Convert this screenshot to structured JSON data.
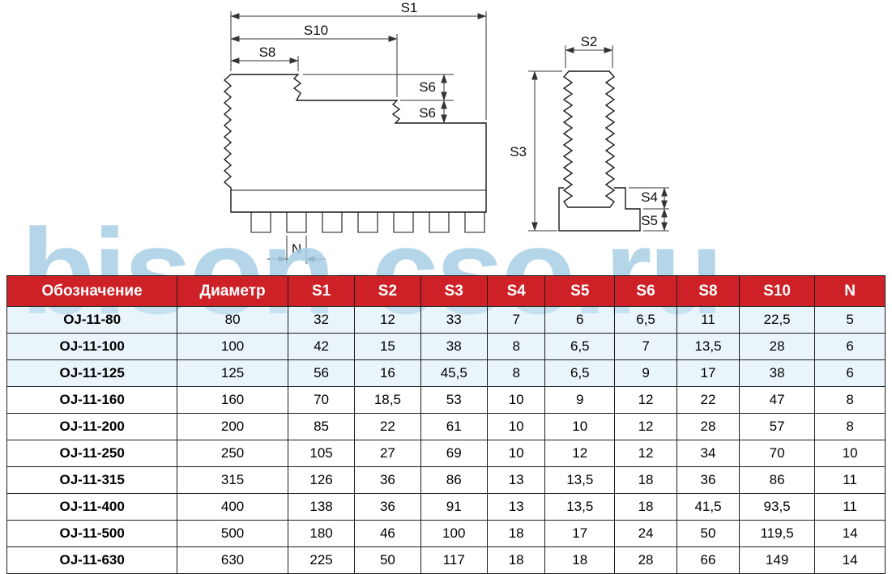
{
  "watermark": {
    "text": "bison-cso.ru",
    "color": "#a9cfe6"
  },
  "drawing": {
    "labels": {
      "s1": "S1",
      "s10": "S10",
      "s8": "S8",
      "s6_upper": "S6",
      "s6_lower": "S6",
      "n": "N",
      "s2": "S2",
      "s3": "S3",
      "s4": "S4",
      "s5": "S5"
    }
  },
  "table": {
    "header_bg": "#ce2127",
    "headers": [
      "Обозначение",
      "Диаметр",
      "S1",
      "S2",
      "S3",
      "S4",
      "S5",
      "S6",
      "S8",
      "S10",
      "N"
    ],
    "rows": [
      [
        "OJ-11-80",
        "80",
        "32",
        "12",
        "33",
        "7",
        "6",
        "6,5",
        "11",
        "22,5",
        "5"
      ],
      [
        "OJ-11-100",
        "100",
        "42",
        "15",
        "38",
        "8",
        "6,5",
        "7",
        "13,5",
        "28",
        "6"
      ],
      [
        "OJ-11-125",
        "125",
        "56",
        "16",
        "45,5",
        "8",
        "6,5",
        "9",
        "17",
        "38",
        "6"
      ],
      [
        "OJ-11-160",
        "160",
        "70",
        "18,5",
        "53",
        "10",
        "9",
        "12",
        "22",
        "47",
        "8"
      ],
      [
        "OJ-11-200",
        "200",
        "85",
        "22",
        "61",
        "10",
        "10",
        "12",
        "28",
        "57",
        "8"
      ],
      [
        "OJ-11-250",
        "250",
        "105",
        "27",
        "69",
        "10",
        "12",
        "12",
        "34",
        "70",
        "10"
      ],
      [
        "OJ-11-315",
        "315",
        "126",
        "36",
        "86",
        "13",
        "13,5",
        "18",
        "36",
        "86",
        "11"
      ],
      [
        "OJ-11-400",
        "400",
        "138",
        "36",
        "91",
        "13",
        "13,5",
        "18",
        "41,5",
        "93,5",
        "11"
      ],
      [
        "OJ-11-500",
        "500",
        "180",
        "46",
        "100",
        "18",
        "17",
        "24",
        "50",
        "119,5",
        "14"
      ],
      [
        "OJ-11-630",
        "630",
        "225",
        "50",
        "117",
        "18",
        "18",
        "28",
        "66",
        "149",
        "14"
      ]
    ]
  }
}
